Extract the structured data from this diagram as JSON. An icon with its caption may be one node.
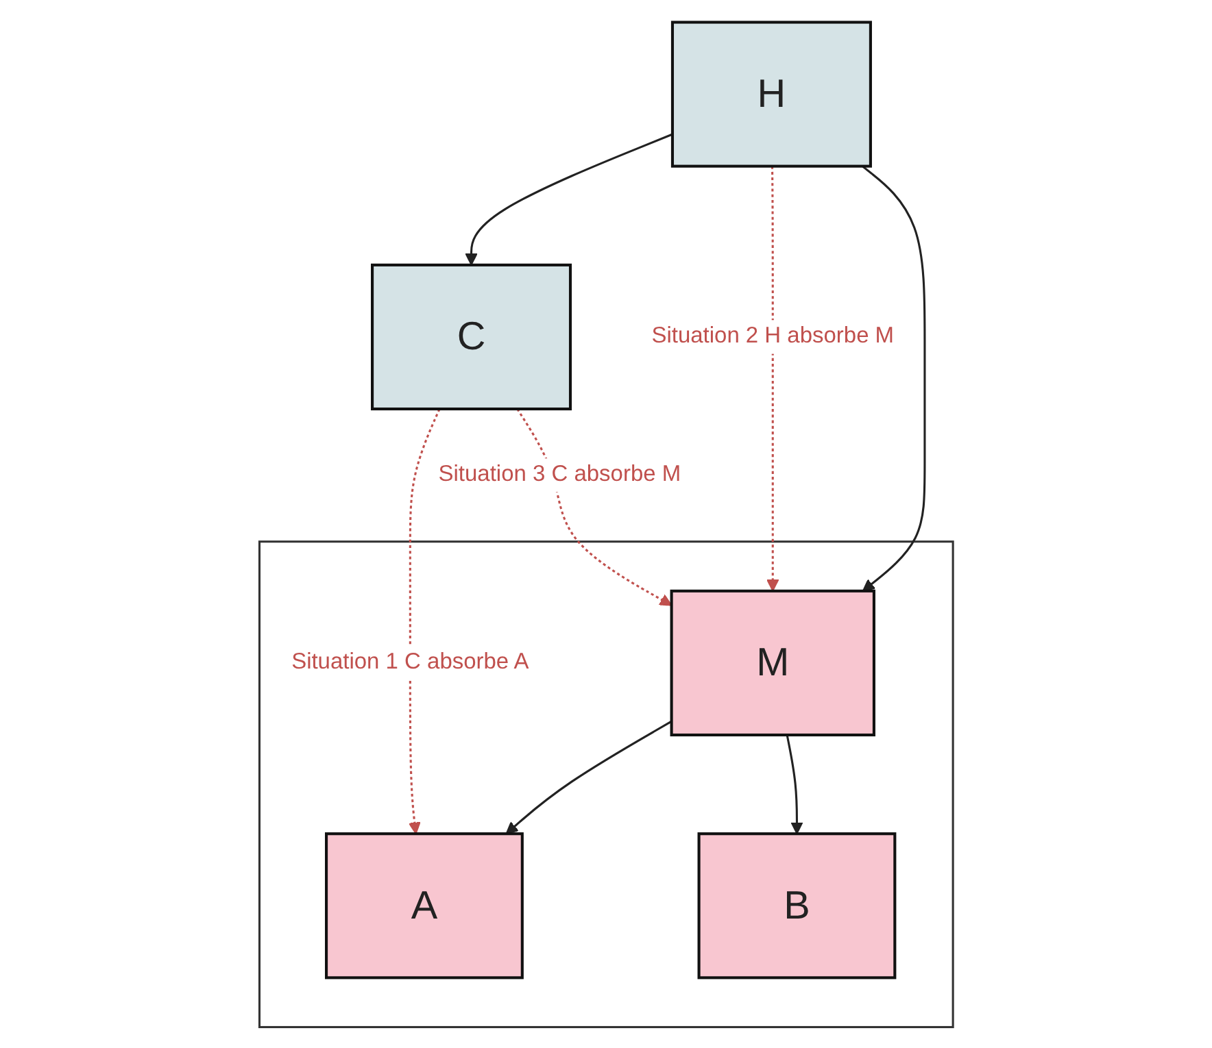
{
  "diagram": {
    "nodes": [
      {
        "text": [
          "H"
        ]
      },
      {
        "text": [
          "C"
        ]
      },
      {
        "text": [],
        "shape": "box"
      },
      {
        "text": [
          "M"
        ],
        "in": 2
      },
      {
        "text": [
          "A"
        ],
        "in": 2
      },
      {
        "text": [
          "B"
        ],
        "in": 2
      }
    ],
    "edges": [
      {
        "from": 0,
        "to": 1,
        "arrow": "to"
      },
      {
        "from": 0,
        "to": 3,
        "arrow": "to"
      },
      {
        "from": 3,
        "to": 4,
        "arrow": "to"
      },
      {
        "from": 3,
        "to": 5,
        "arrow": "to"
      },
      {
        "from": 0,
        "to": 3,
        "arrow": "to",
        "label": "Situation 2 H absorbe M",
        "style": "dashed",
        "color": "#c0504d"
      },
      {
        "from": 1,
        "to": 3,
        "arrow": "to",
        "label": "Situation 3 C absorbe M",
        "style": "dashed",
        "color": "#c0504d"
      },
      {
        "from": 1,
        "to": 4,
        "arrow": "to",
        "label": "Situation 1 C absorbe A",
        "style": "dashed",
        "color": "#c0504d"
      }
    ]
  }
}
